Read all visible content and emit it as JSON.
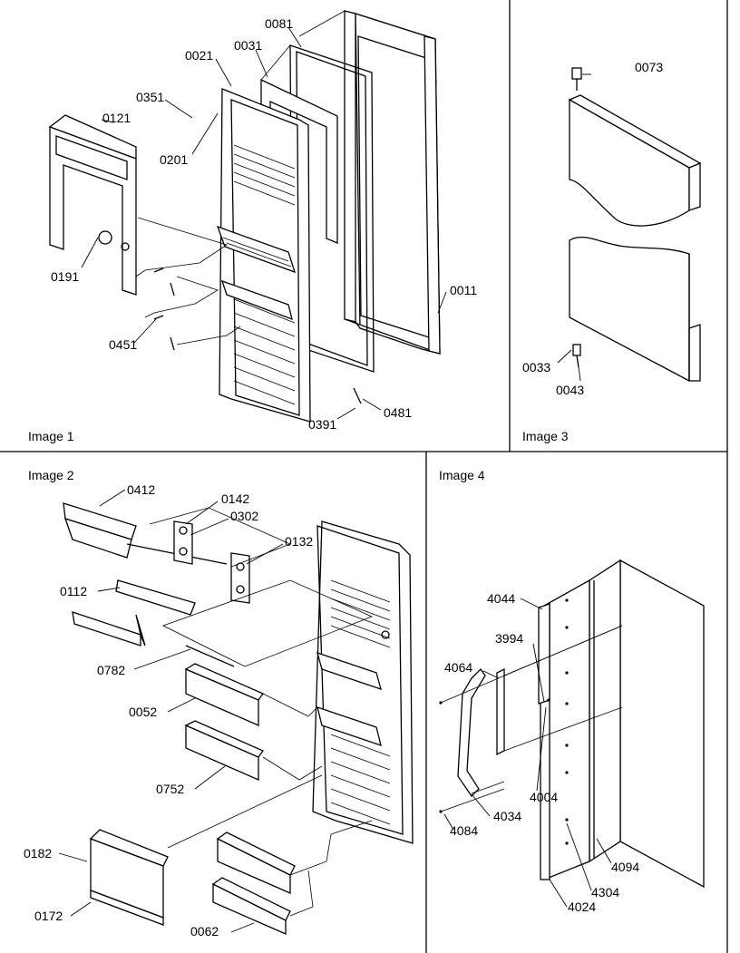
{
  "panels": {
    "image1": "Image 1",
    "image2": "Image 2",
    "image3": "Image 3",
    "image4": "Image 4"
  },
  "parts": {
    "p0081": "0081",
    "p0021": "0021",
    "p0031": "0031",
    "p0351": "0351",
    "p0121": "0121",
    "p0201": "0201",
    "p0191": "0191",
    "p0011": "0011",
    "p0451": "0451",
    "p0391": "0391",
    "p0481": "0481",
    "p0073": "0073",
    "p0033": "0033",
    "p0043": "0043",
    "p0412": "0412",
    "p0142": "0142",
    "p0302": "0302",
    "p0132": "0132",
    "p0112": "0112",
    "p0782": "0782",
    "p0052": "0052",
    "p0752": "0752",
    "p0182": "0182",
    "p0172": "0172",
    "p0062": "0062",
    "p4044": "4044",
    "p3994": "3994",
    "p4064": "4064",
    "p4004": "4004",
    "p4034": "4034",
    "p4084": "4084",
    "p4094": "4094",
    "p4304": "4304",
    "p4024": "4024"
  }
}
